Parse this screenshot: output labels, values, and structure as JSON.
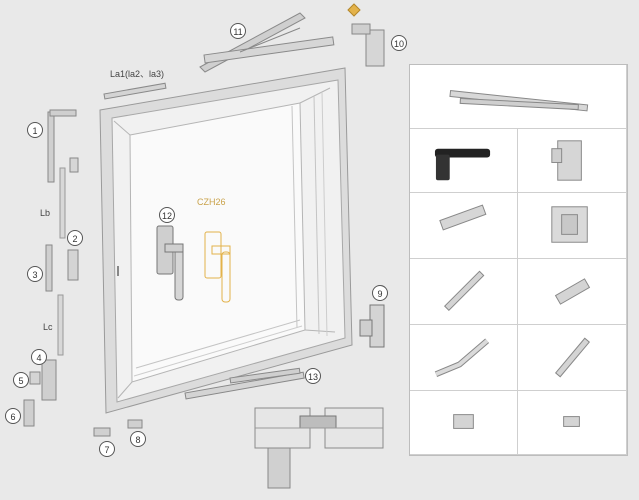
{
  "diagram": {
    "callouts": {
      "c1": "1",
      "c2": "2",
      "c3": "3",
      "c4": "4",
      "c5": "5",
      "c6": "6",
      "c7": "7",
      "c8": "8",
      "c9": "9",
      "c10": "10",
      "c11": "11",
      "c12": "12",
      "c13": "13"
    },
    "labels": {
      "la": "La1(la2、la3)",
      "lb": "Lb",
      "lc": "Lc",
      "handle_model": "CZH26"
    }
  },
  "colors": {
    "background": "#e9e9e9",
    "frame": "#d8d8d8",
    "metal": "#c8c8c8",
    "handle_highlight": "#e3b24a"
  },
  "hardware_grid": {
    "cells": [
      {
        "icon": "friction-stay-icon"
      },
      {
        "icon": "black-handle-icon"
      },
      {
        "icon": "hinge-block-icon"
      },
      {
        "icon": "lock-keeper-icon"
      },
      {
        "icon": "corner-hinge-icon"
      },
      {
        "icon": "espag-rod-icon"
      },
      {
        "icon": "short-keeper-icon"
      },
      {
        "icon": "corner-drive-icon"
      },
      {
        "icon": "rod-connector-icon"
      },
      {
        "icon": "stop-block-icon"
      },
      {
        "icon": "small-clip-icon"
      }
    ]
  }
}
